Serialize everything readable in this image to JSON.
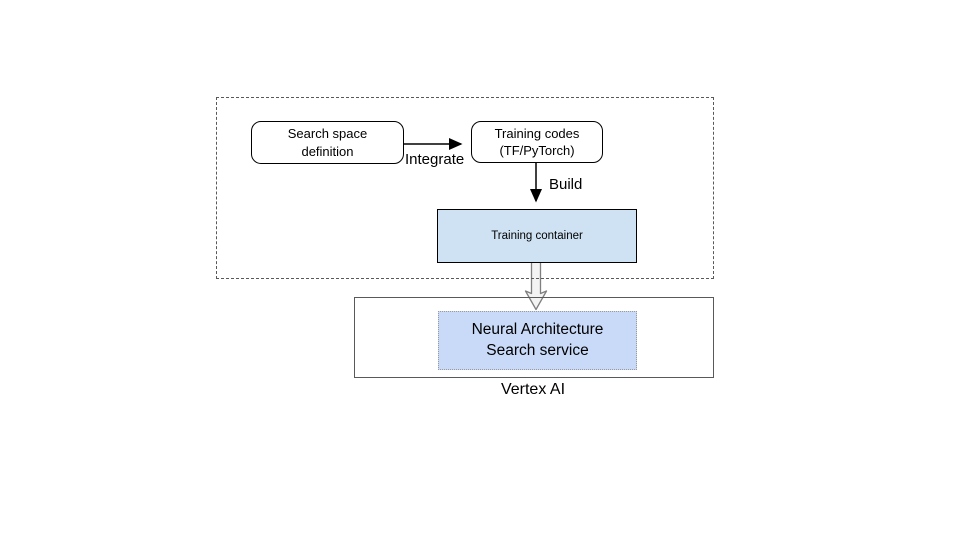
{
  "diagram": {
    "nodes": {
      "search_space": {
        "line1": "Search space",
        "line2": "definition"
      },
      "training_codes": {
        "line1": "Training codes",
        "line2": "(TF/PyTorch)"
      },
      "training_container": {
        "label": "Training container",
        "fill": "#cfe2f3"
      },
      "nas_service": {
        "line1": "Neural Architecture",
        "line2": "Search service",
        "fill": "#c9daf8"
      }
    },
    "edges": {
      "integrate": {
        "label": "Integrate"
      },
      "build": {
        "label": "Build"
      }
    },
    "groups": {
      "vertex": {
        "label": "Vertex AI"
      }
    },
    "colors": {
      "node_border": "#000000",
      "group_border": "#595959",
      "hollow_arrow_fill": "#f3f3f3",
      "hollow_arrow_stroke": "#7f7f7f",
      "nas_dotted_border": "#9a9a9a"
    }
  }
}
